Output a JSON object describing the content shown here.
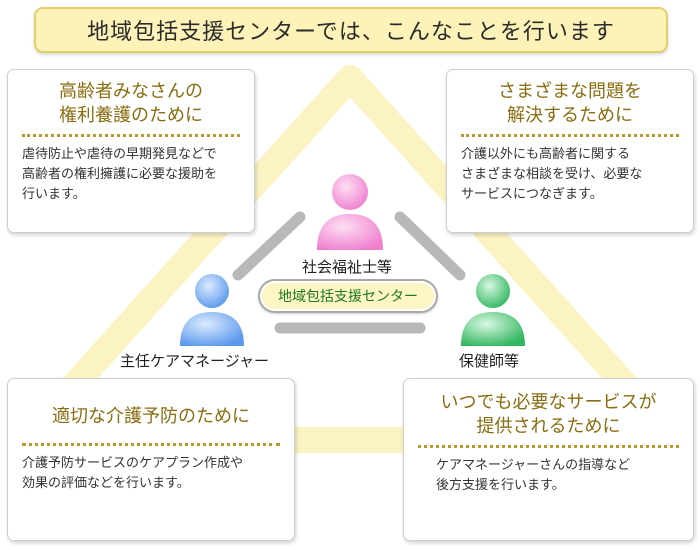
{
  "title": "地域包括支援センターでは、こんなことを行います",
  "center": {
    "label": "地域包括支援センター"
  },
  "roles": {
    "social_worker": "社会福祉士等",
    "care_manager": "主任ケアマネージャー",
    "public_health_nurse": "保健師等"
  },
  "cards": {
    "top_left": {
      "title_line1": "高齢者みなさんの",
      "title_line2": "権利養護のために",
      "body": [
        "虐待防止や虐待の早期発見などで",
        "高齢者の権利擁護に必要な援助を",
        "行います。"
      ]
    },
    "top_right": {
      "title_line1": "さまざまな問題を",
      "title_line2": "解決するために",
      "body": [
        "介護以外にも高齢者に関する",
        "さまざまな相談を受け、必要な",
        "サービスにつなぎます。"
      ]
    },
    "bottom_left": {
      "title_line1": "適切な介護予防のために",
      "body": [
        "介護予防サービスのケアプラン作成や",
        "効果の評価などを行います。"
      ]
    },
    "bottom_right": {
      "title_line1": "いつでも必要なサービスが",
      "title_line2": "提供されるために",
      "body": [
        "ケアマネージャーさんの指導など",
        "後方支援を行います。"
      ]
    }
  },
  "icons": {
    "social_worker": "person-icon",
    "care_manager": "person-icon",
    "public_health_nurse": "person-icon"
  },
  "colors": {
    "social_worker": "#f59ad8",
    "care_manager": "#6fa8f0",
    "public_health_nurse": "#3ec46c",
    "card_title": "#8a6d10",
    "center_text": "#1e7a1e"
  }
}
